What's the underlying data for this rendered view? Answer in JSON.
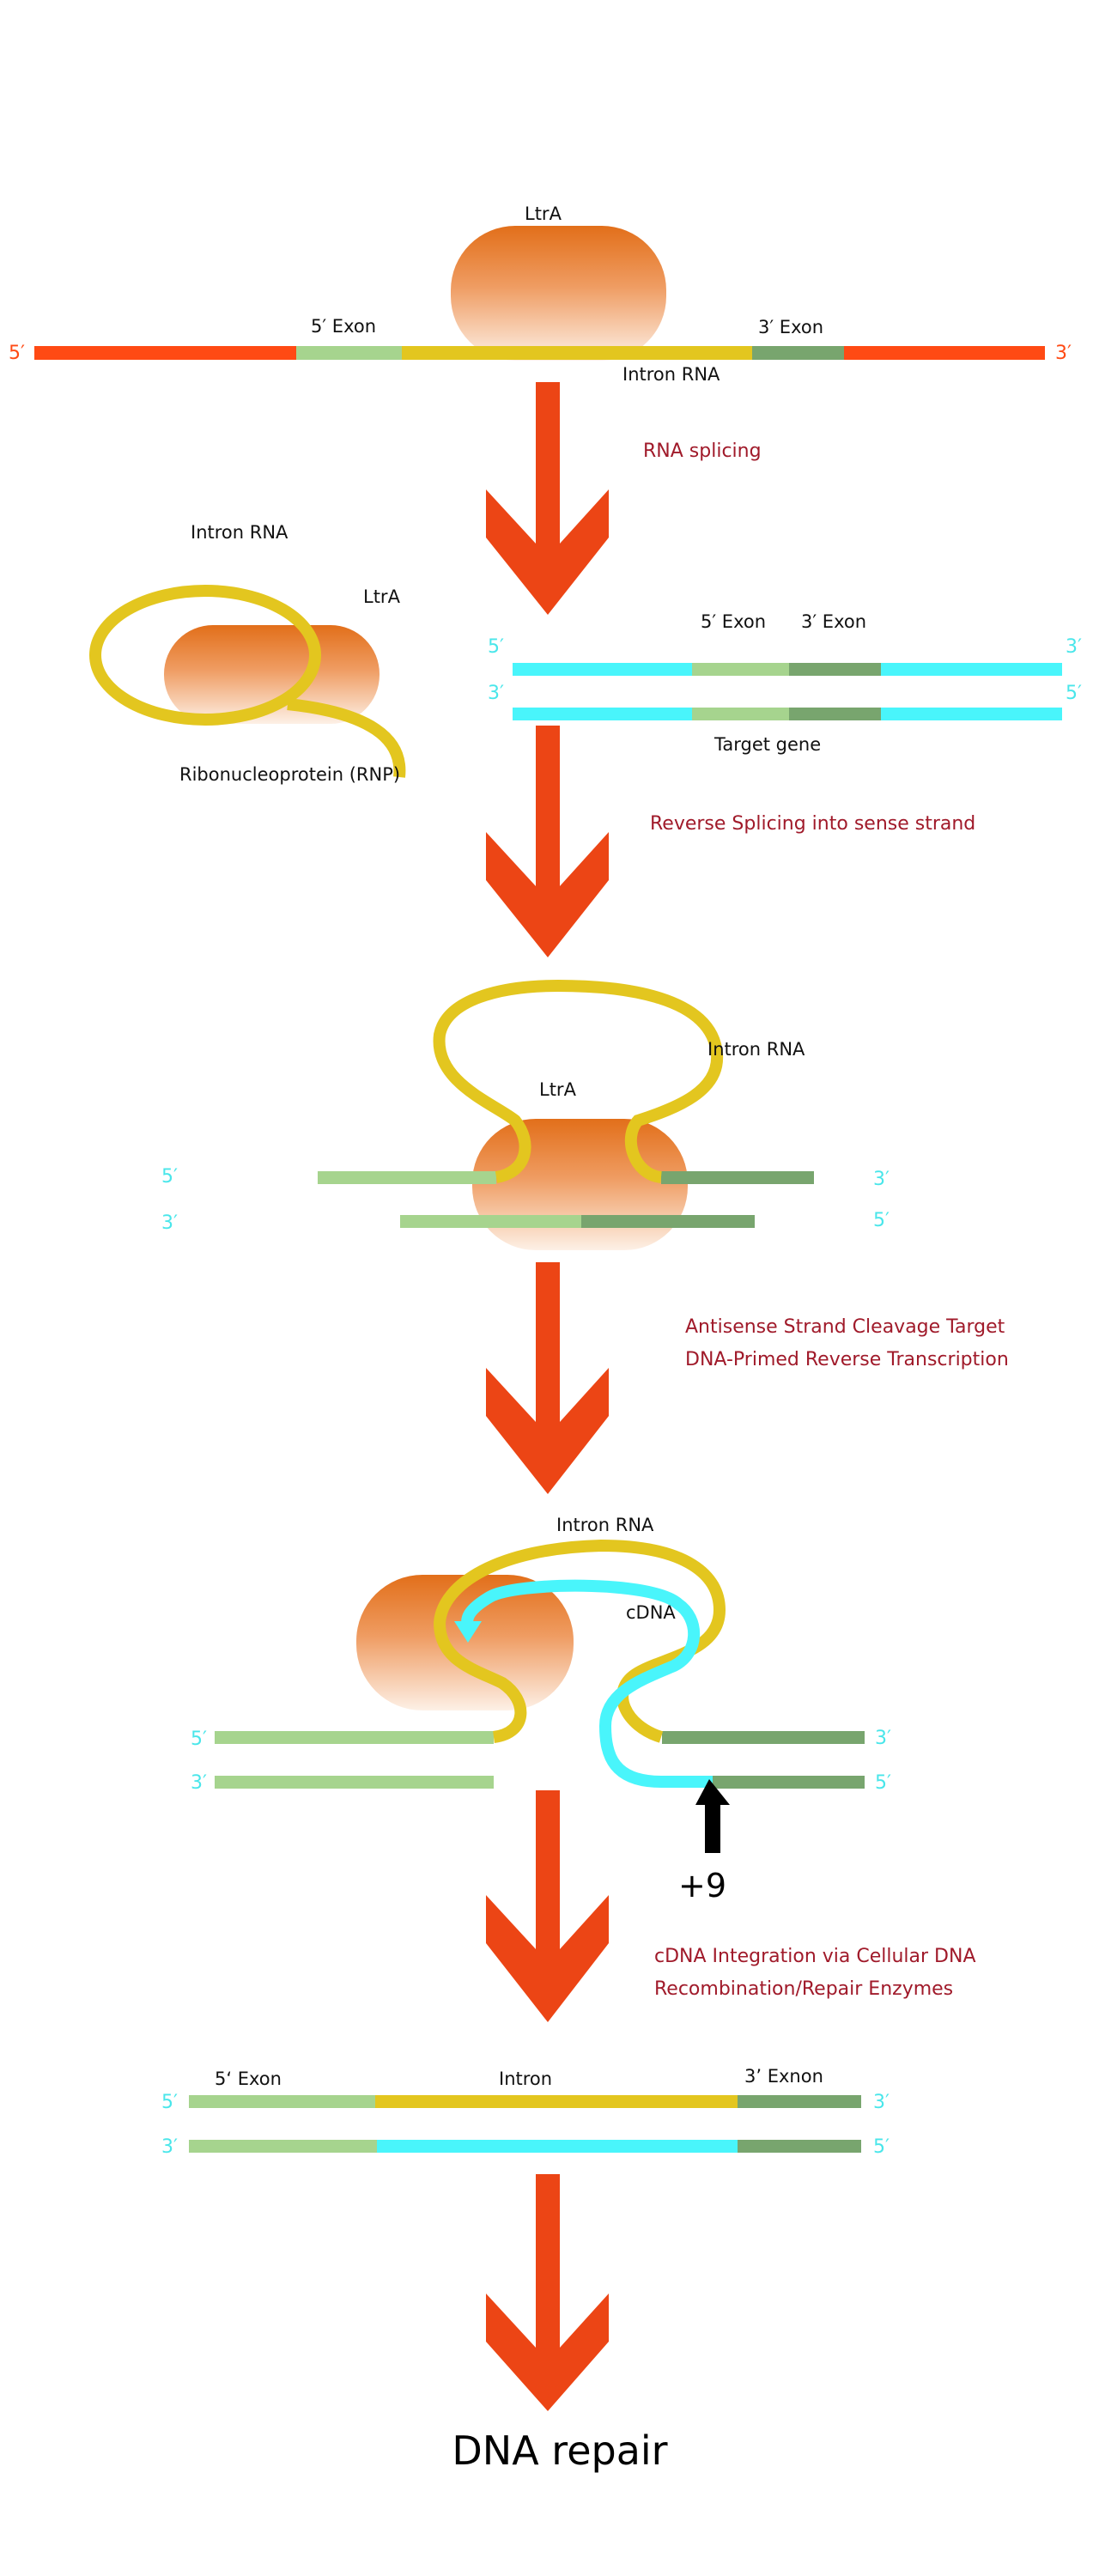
{
  "colors": {
    "outer_dna": "#ff4a14",
    "exon5": "#a6d48e",
    "exon3": "#78a56e",
    "intron": "#e3c61f",
    "cdna": "#49f5fb",
    "arrow": "#ec4515",
    "protein_top": "#e26f1a",
    "protein_bottom": "#fcebe0",
    "process_text": "#a01a2a",
    "marker_arrow": "#000000"
  },
  "stage1": {
    "protein_label": "LtrA",
    "exon5_label": "5′ Exon",
    "exon3_label": "3′ Exon",
    "intron_label": "Intron RNA",
    "end_left": "5′",
    "end_right": "3′"
  },
  "step1": "RNA splicing",
  "stage2": {
    "rnp_intron_label": "Intron RNA",
    "rnp_protein_label": "LtrA",
    "rnp_label": "Ribonucleoprotein (RNP)",
    "exon5_label": "5′ Exon",
    "exon3_label": "3′ Exon",
    "target_label": "Target gene",
    "top_left_end": "5′",
    "top_right_end": "3′",
    "bottom_left_end": "3′",
    "bottom_right_end": "5′"
  },
  "step2": "Reverse Splicing into sense strand",
  "stage3": {
    "intron_label": "Intron RNA",
    "protein_label": "LtrA",
    "top_left_end": "5′",
    "top_right_end": "3′",
    "bottom_left_end": "3′",
    "bottom_right_end": "5′"
  },
  "step3": {
    "line1": "Antisense Strand Cleavage Target",
    "line2": "DNA-Primed Reverse Transcription"
  },
  "stage4": {
    "intron_label": "Intron RNA",
    "cdna_label": "cDNA",
    "marker_label": "+9",
    "top_left_end": "5′",
    "top_right_end": "3′",
    "bottom_left_end": "3′",
    "bottom_right_end": "5′"
  },
  "step4": {
    "line1": "cDNA Integration via Cellular DNA",
    "line2": "Recombination/Repair Enzymes"
  },
  "stage5": {
    "exon5_label": "5‘ Exon",
    "intron_label": "Intron",
    "exon3_label": "3’ Exnon",
    "top_left_end": "5′",
    "top_right_end": "3′",
    "bottom_left_end": "3′",
    "bottom_right_end": "5′"
  },
  "final_label": "DNA repair"
}
